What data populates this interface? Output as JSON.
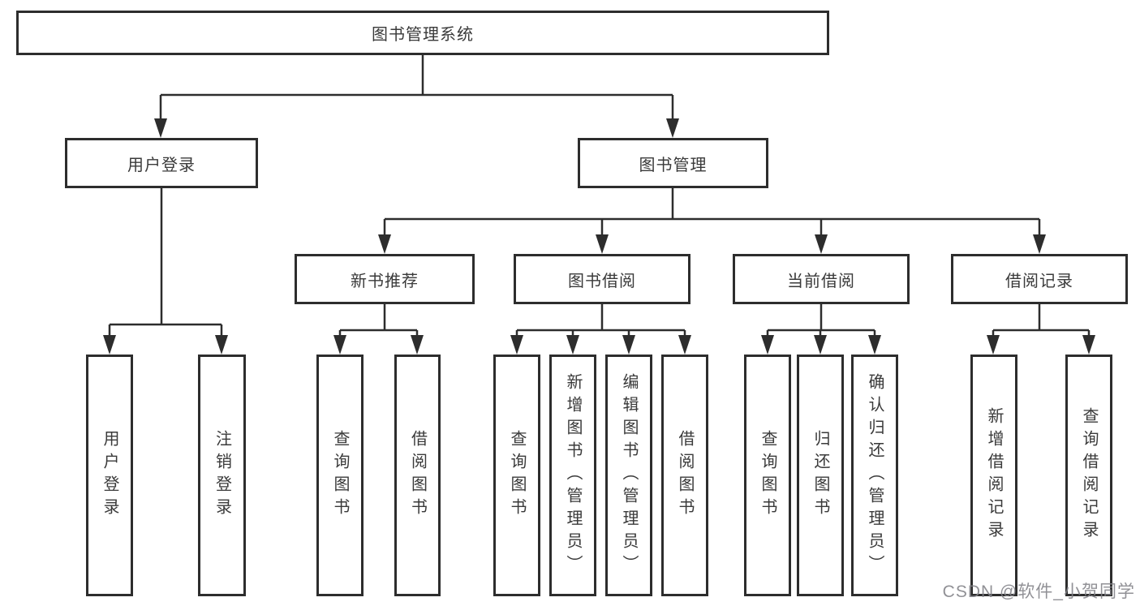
{
  "diagram": {
    "root": {
      "label": "图书管理系统"
    },
    "level2": [
      {
        "id": "user-login",
        "label": "用户登录"
      },
      {
        "id": "book-management",
        "label": "图书管理"
      }
    ],
    "level3": [
      {
        "id": "new-book-recommend",
        "label": "新书推荐"
      },
      {
        "id": "book-borrow",
        "label": "图书借阅"
      },
      {
        "id": "current-borrow",
        "label": "当前借阅"
      },
      {
        "id": "borrow-records",
        "label": "借阅记录"
      }
    ],
    "leaves": [
      {
        "parent": "user-login",
        "label": "用户登录"
      },
      {
        "parent": "user-login",
        "label": "注销登录"
      },
      {
        "parent": "new-book-recommend",
        "label": "查询图书"
      },
      {
        "parent": "new-book-recommend",
        "label": "借阅图书"
      },
      {
        "parent": "book-borrow",
        "label": "查询图书"
      },
      {
        "parent": "book-borrow",
        "label": "新增图书（管理员）"
      },
      {
        "parent": "book-borrow",
        "label": "编辑图书（管理员）"
      },
      {
        "parent": "book-borrow",
        "label": "借阅图书"
      },
      {
        "parent": "current-borrow",
        "label": "查询图书"
      },
      {
        "parent": "current-borrow",
        "label": "归还图书"
      },
      {
        "parent": "current-borrow",
        "label": "确认归还（管理员）"
      },
      {
        "parent": "borrow-records",
        "label": "新增借阅记录"
      },
      {
        "parent": "borrow-records",
        "label": "查询借阅记录"
      }
    ],
    "watermark": "CSDN @软件_小贺同学",
    "colors": {
      "line": "#2d2d2d",
      "text": "#3a3a3a",
      "background": "#ffffff",
      "watermark": "#82828 7"
    }
  }
}
